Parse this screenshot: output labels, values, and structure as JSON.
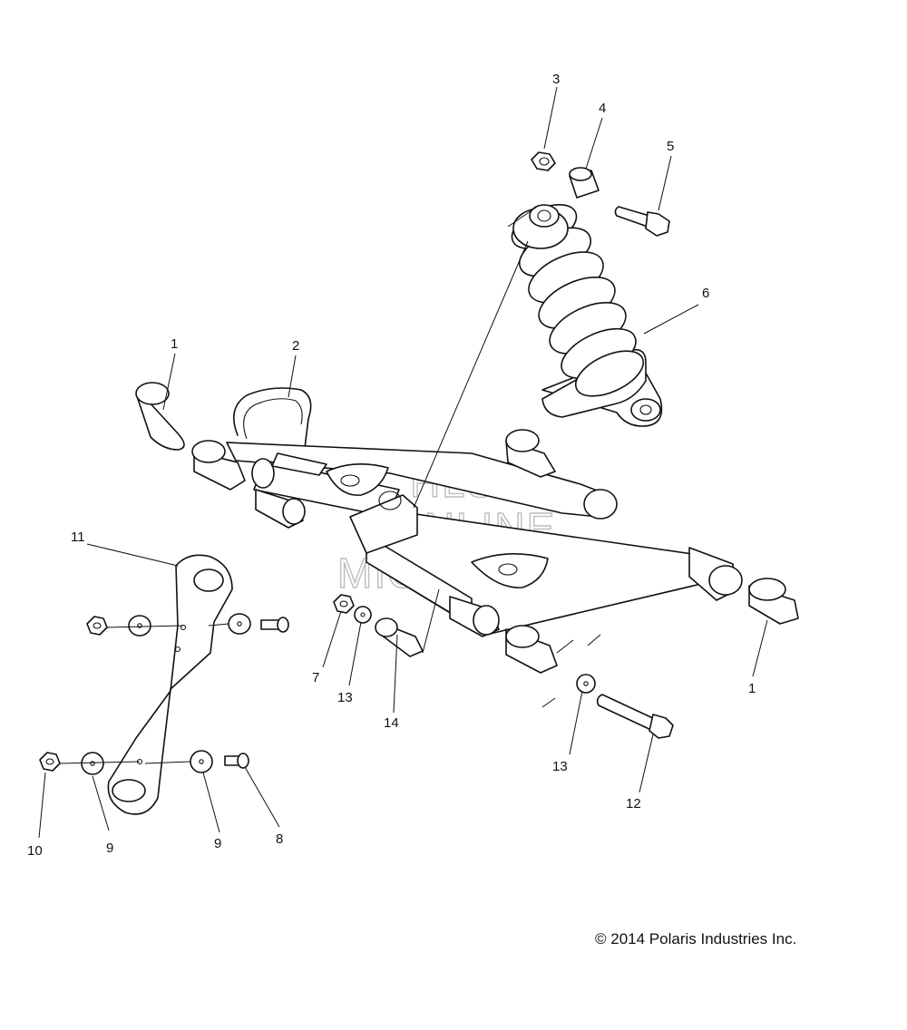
{
  "diagram": {
    "callouts": [
      {
        "id": "c3a",
        "label": "3"
      },
      {
        "id": "c4a",
        "label": "4"
      },
      {
        "id": "c5a",
        "label": "5"
      },
      {
        "id": "c6a",
        "label": "6"
      },
      {
        "id": "c1a",
        "label": "1"
      },
      {
        "id": "c2a",
        "label": "2"
      },
      {
        "id": "c11a",
        "label": "11"
      },
      {
        "id": "c7a",
        "label": "7"
      },
      {
        "id": "c13a",
        "label": "13"
      },
      {
        "id": "c14a",
        "label": "14"
      },
      {
        "id": "c1b",
        "label": "1"
      },
      {
        "id": "c13b",
        "label": "13"
      },
      {
        "id": "c12a",
        "label": "12"
      },
      {
        "id": "c10a",
        "label": "10"
      },
      {
        "id": "c9a",
        "label": "9"
      },
      {
        "id": "c9b",
        "label": "9"
      },
      {
        "id": "c8a",
        "label": "8"
      }
    ],
    "watermark": [
      "HLSM",
      "ONLINE",
      "MICROFICHE"
    ],
    "copyright": "© 2014 Polaris Industries Inc."
  },
  "colors": {
    "line": "#111111",
    "background": "#ffffff",
    "watermark": "#bdbdbd"
  }
}
